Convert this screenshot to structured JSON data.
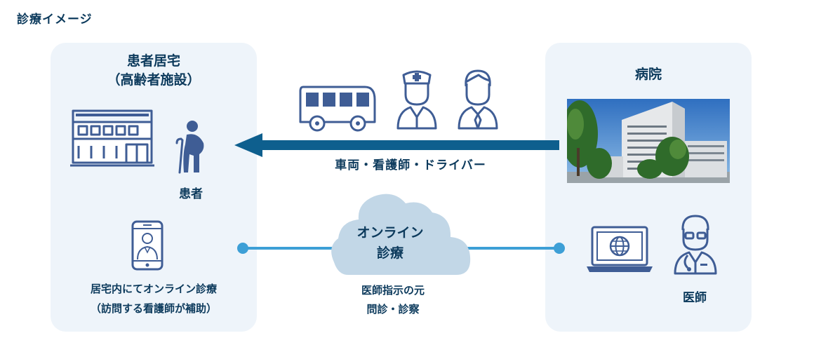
{
  "title": "診療イメージ",
  "home": {
    "title": "患者居宅",
    "subtitle": "（高齢者施設）",
    "patient_label": "患者",
    "online_line1": "居宅内にてオンライン診療",
    "online_line2": "（訪問する看護師が補助）"
  },
  "hospital": {
    "title": "病院",
    "doctor_label": "医師"
  },
  "transport": {
    "label": "車両・看護師・ドライバー"
  },
  "cloud": {
    "line1": "オンライン",
    "line2": "診療"
  },
  "consult": {
    "line1": "医師指示の元",
    "line2": "問診・診察"
  },
  "colors": {
    "navy": "#0c3a5c",
    "arrow": "#0e5f8e",
    "icon_stroke": "#3f5d95",
    "line": "#3d9fd6",
    "cloud": "#c2d7e7",
    "panel": "#eef4fa"
  }
}
